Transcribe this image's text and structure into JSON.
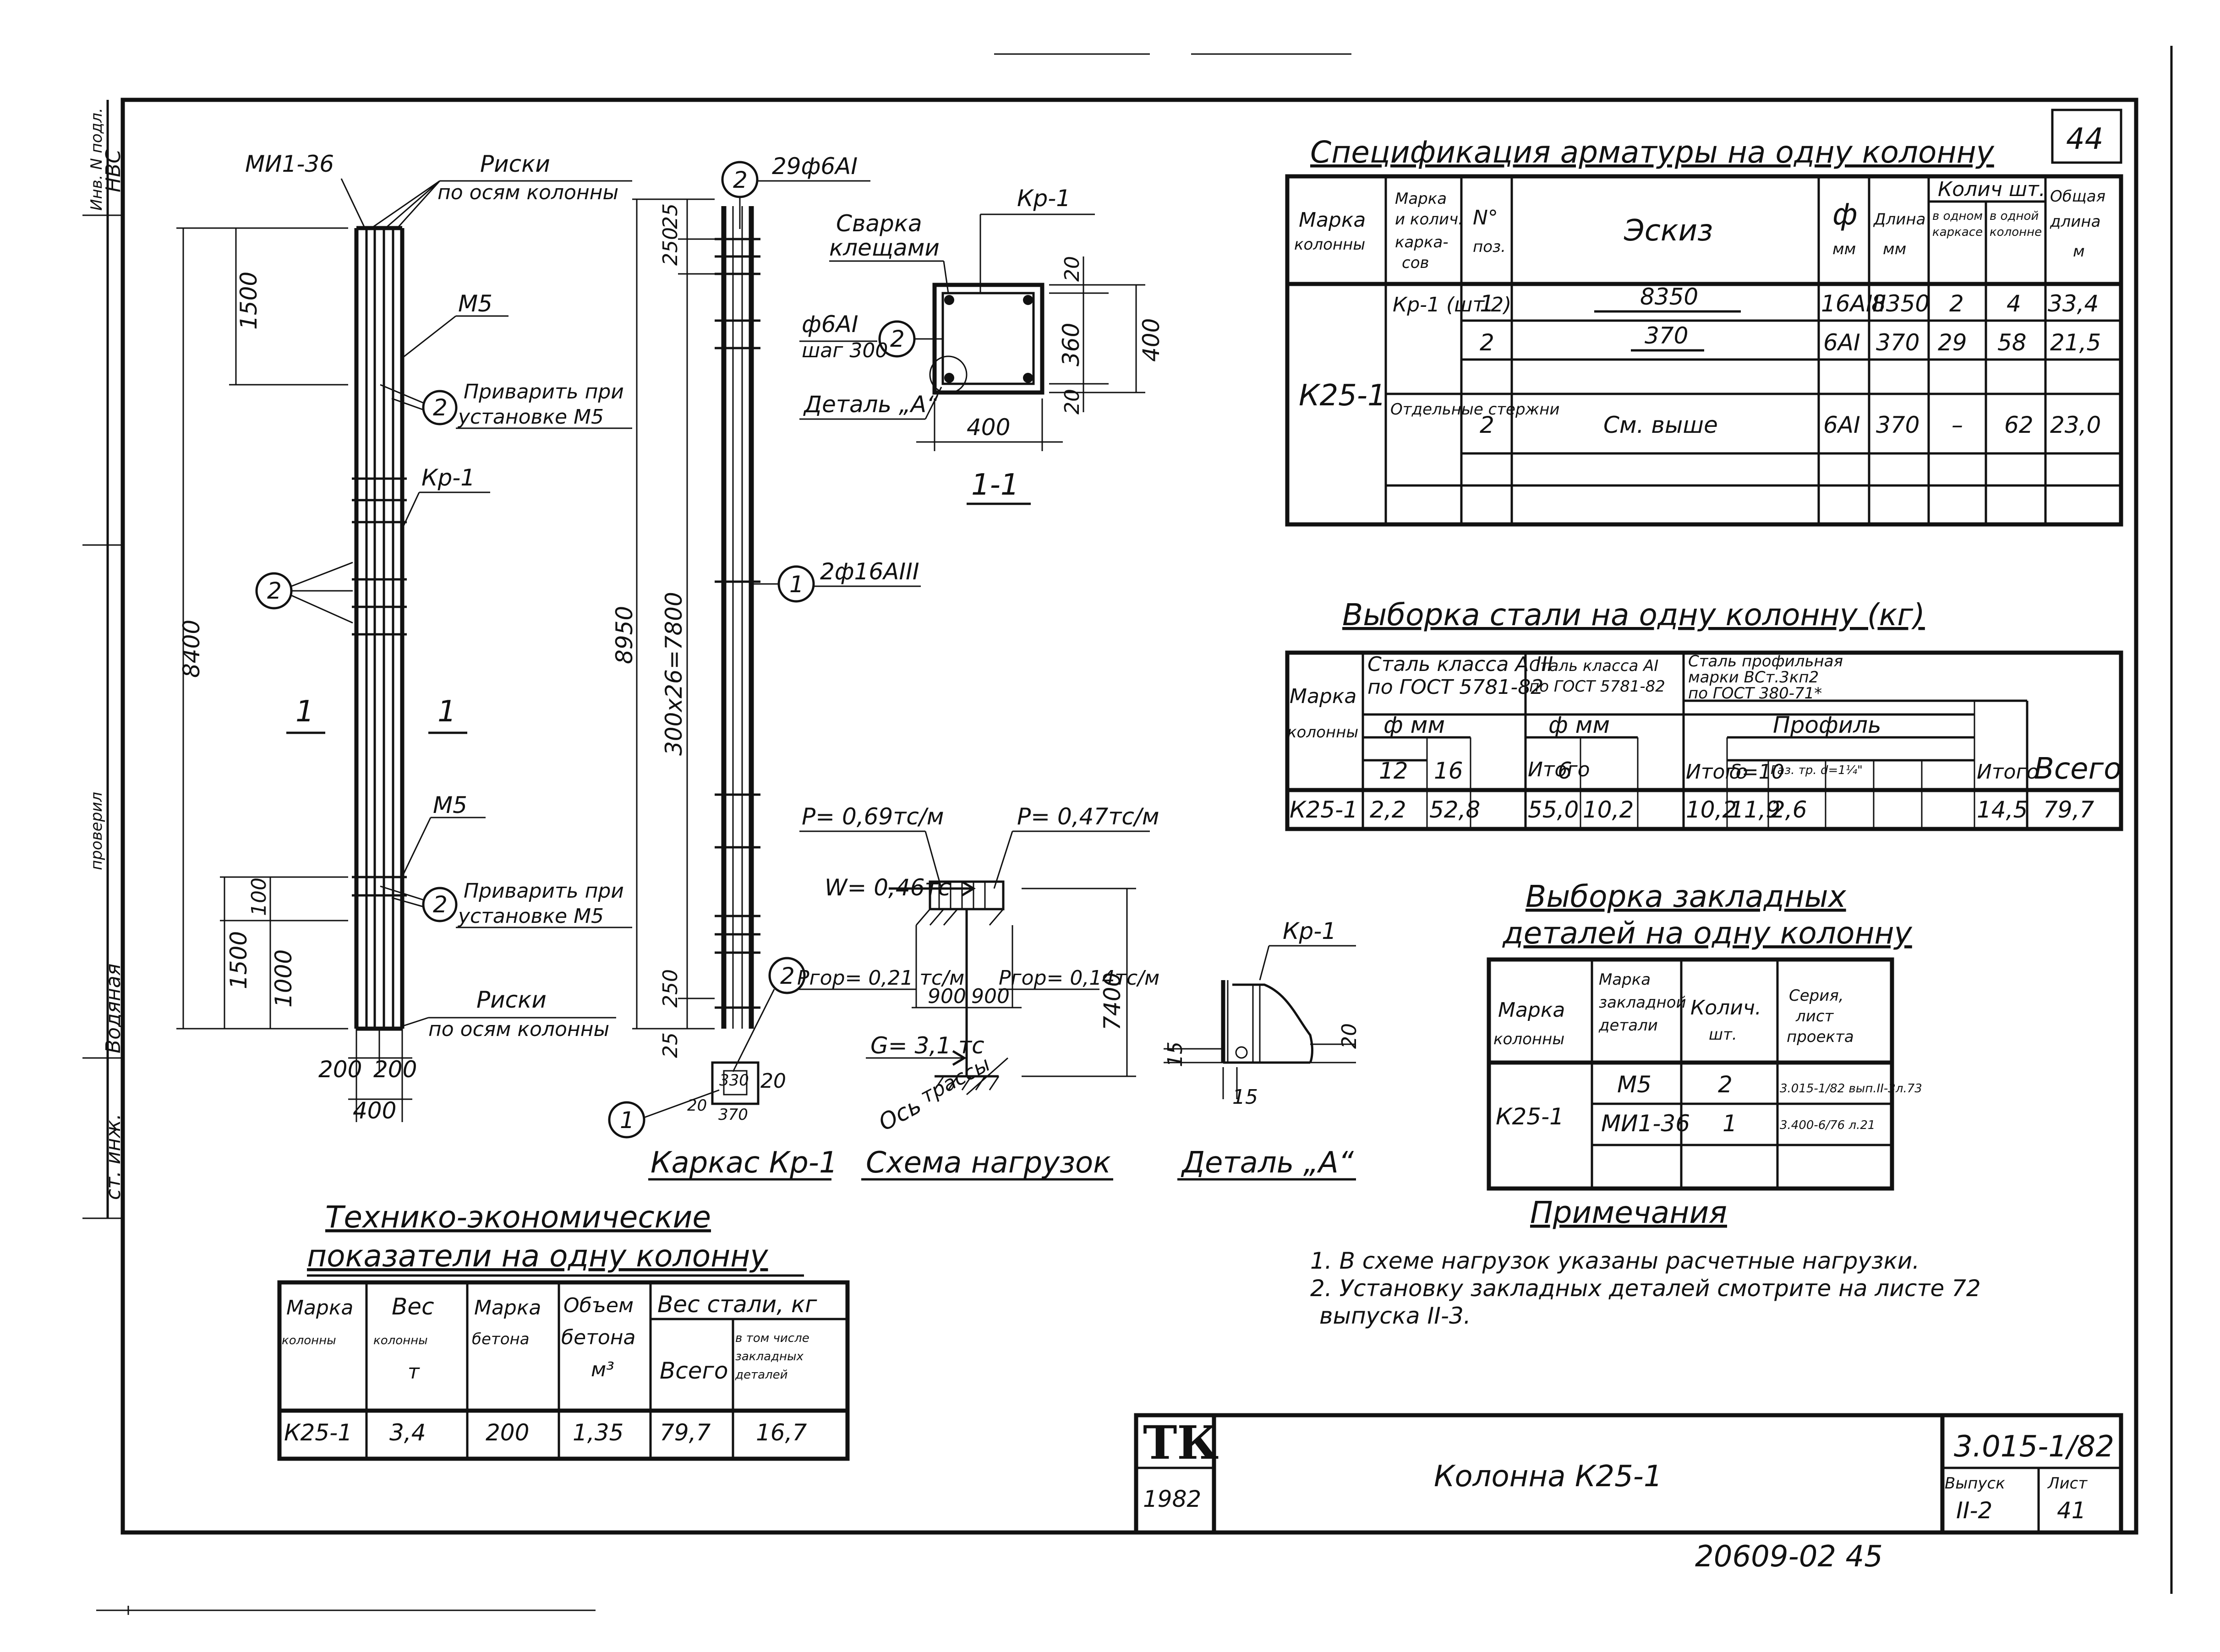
{
  "sheet_number": "44",
  "margin": {
    "inv_no": "Инв. N подл.",
    "designation": "НВС",
    "chief_engineer": "ст. инж.",
    "role": "Водяная",
    "checked": "проверил"
  },
  "column_elevation": {
    "mark_top": "МИ1-36",
    "marks_axes": [
      "Риски",
      "по осям колонны"
    ],
    "dim_1500_top": "1500",
    "m5_top": "М5",
    "weld_top": [
      "Приварить при",
      "установке М5"
    ],
    "weld_pos": "2",
    "kr": "Кр-1",
    "pos2": "2",
    "height": "8400",
    "section_a": "1",
    "section_b": "1",
    "m5_bottom": "М5",
    "weld_bottom": [
      "Приварить при",
      "установке М5"
    ],
    "marks_axes_bottom": [
      "Риски",
      "по осям колонны"
    ],
    "dim_1500_bot": "1500",
    "dim_100": "100",
    "dim_1000": "1000",
    "dim_200a": "200",
    "dim_200b": "200",
    "dim_400": "400"
  },
  "frame": {
    "pos2_top": "2",
    "bar2_label": "29ф6АI",
    "dim_25_top": "25",
    "dim_250_top": "250",
    "dim_8950": "8950",
    "dim_300x26": "300х26=7800",
    "dim_250_bot": "250",
    "dim_25_bot": "25",
    "pos1": "1",
    "bar1_label": "2ф16АIII",
    "pos2_bot": "2",
    "pos1_bot": "1",
    "d20a": "20",
    "d330": "330",
    "d20b": "20",
    "d370": "370",
    "caption": "Каркас Кр-1"
  },
  "section": {
    "weld": [
      "Сварка",
      "клещами"
    ],
    "kr": "Кр-1",
    "bar": "ф6АI",
    "step": "шаг 300",
    "pos": "2",
    "detail": "Деталь „А“",
    "d20a": "20",
    "d360": "360",
    "d20b": "20",
    "d400v": "400",
    "d400h": "400",
    "caption": "1-1"
  },
  "loads": {
    "p1": "Р= 0,69тс/м",
    "p2": "Р= 0,47тс/м",
    "w": "W= 0,46тс",
    "pgor1": "Ргор= 0,21 тс/м",
    "pgor2": "Ргор= 0,14тс/м",
    "d900a": "900",
    "d900b": "900",
    "d7400": "7400",
    "g": "G= 3,1 тс",
    "axis": [
      "Ось",
      "трассы"
    ],
    "caption": "Схема нагрузок"
  },
  "detail_a": {
    "kr": "Кр-1",
    "d15a": "15",
    "d15b": "15",
    "d20": "20",
    "caption": "Деталь „А“"
  },
  "spec": {
    "title": "Спецификация арматуры на одну колонну",
    "headers": {
      "mark": "Марка колонны",
      "frame": "Марка и колич. каркасов",
      "pos": "N° поз.",
      "sketch": "Эскиз",
      "diam": "ф мм",
      "length": "Длина мм",
      "qty": "Колич шт.",
      "qty_frame": "в одном каркасе",
      "qty_col": "в одной колонне",
      "total": "Общая длина м"
    },
    "column": "К25-1",
    "group1": "Кр-1 (шт.2)",
    "group2": "Отдельные стержни",
    "rows": [
      {
        "pos": "1",
        "sketch": "8350",
        "d": "16АIII",
        "len": "8350",
        "qf": "2",
        "qc": "4",
        "tot": "33,4"
      },
      {
        "pos": "2",
        "sketch": "370",
        "d": "6АI",
        "len": "370",
        "qf": "29",
        "qc": "58",
        "tot": "21,5"
      },
      {
        "pos": "2",
        "sketch": "См. выше",
        "d": "6АI",
        "len": "370",
        "qf": "–",
        "qc": "62",
        "tot": "23,0"
      }
    ]
  },
  "steel": {
    "title": "Выборка стали на одну колонну (кг)",
    "h_mark": "Марка колонны",
    "h_a3": "Сталь класса А III по ГОСТ 5781-82",
    "h_a1": "Сталь класса АI по ГОСТ 5781-82",
    "h_prof": "Сталь профильная марки ВСт.3кп2 по ГОСТ 380-71*",
    "h_fmm1": "ф мм",
    "h_fmm2": "ф мм",
    "h_profile": "Профиль",
    "h_itogo1": "Итого",
    "h_itogo2": "Итого",
    "h_itogo3": "Итого",
    "h_total": "Всего",
    "c12": "12",
    "c16": "16",
    "c6": "6",
    "cd10": "δ=10",
    "cpipe": "Газ. тр. d=1¼\"",
    "row": {
      "mark": "К25-1",
      "v12": "2,2",
      "v16": "52,8",
      "it1": "55,0",
      "v6": "10,2",
      "it2": "10,2",
      "vd": "11,9",
      "vp": "2,6",
      "it3": "14,5",
      "tot": "79,7"
    }
  },
  "embedded": {
    "title1": "Выборка закладных",
    "title2": "деталей на одну колонну",
    "h_mark": "Марка колонны",
    "h_part": "Марка закладной детали",
    "h_qty": "Колич. шт.",
    "h_series": "Серия, лист проекта",
    "column": "К25-1",
    "rows": [
      {
        "part": "М5",
        "qty": "2",
        "series": "3.015-1/82 вып.II-3л.73"
      },
      {
        "part": "МИ1-36",
        "qty": "1",
        "series": "3.400-6/76 л.21"
      }
    ]
  },
  "notes": {
    "title": "Примечания",
    "items": [
      "1. В схеме нагрузок указаны расчетные нагрузки.",
      "2. Установку закладных деталей смотрите на листе 72",
      "выпуска II-3."
    ]
  },
  "tech": {
    "title1": "Технико-экономические",
    "title2": "показатели на одну колонну",
    "h_mark": "Марка колонны",
    "h_weight": "Вес колонны т",
    "h_concrete": "Марка бетона",
    "h_volume": "Объем бетона м³",
    "h_steel": "Вес стали, кг",
    "h_all": "Всего",
    "h_emb": "в том числе закладных деталей",
    "row": {
      "mark": "К25-1",
      "w": "3,4",
      "c": "200",
      "v": "1,35",
      "all": "79,7",
      "emb": "16,7"
    }
  },
  "title_block": {
    "logo": "ТК",
    "year": "1982",
    "name": "Колонна К25-1",
    "series": "3.015-1/82",
    "issue_label": "Выпуск",
    "issue": "II-2",
    "sheet_label": "Лист",
    "sheet": "41"
  },
  "footer_code": "20609-02 45"
}
